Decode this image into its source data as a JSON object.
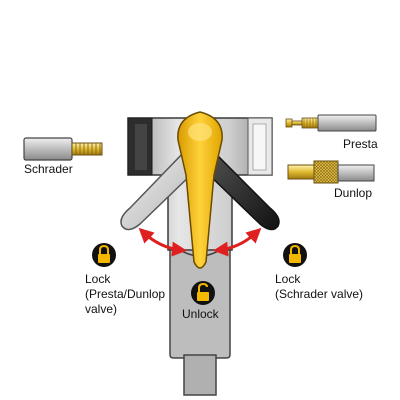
{
  "labels": {
    "schrader": "Schrader",
    "presta": "Presta",
    "dunlop": "Dunlop",
    "lock_left": "Lock\n(Presta/Dunlop\n valve)",
    "unlock": "Unlock",
    "lock_right": "Lock\n(Schrader valve)"
  },
  "icons": {
    "lock_closed": "padlock-locked-icon",
    "lock_open": "padlock-unlocked-icon",
    "arrow": "double-headed-curved-arrow"
  },
  "colors": {
    "lever": "#f5b800",
    "lever_dark": "#1f1f1f",
    "lever_light": "#d9d9d9",
    "body": "#c8c8c8",
    "arrow": "#e02020",
    "brass": "#e8c84a"
  }
}
